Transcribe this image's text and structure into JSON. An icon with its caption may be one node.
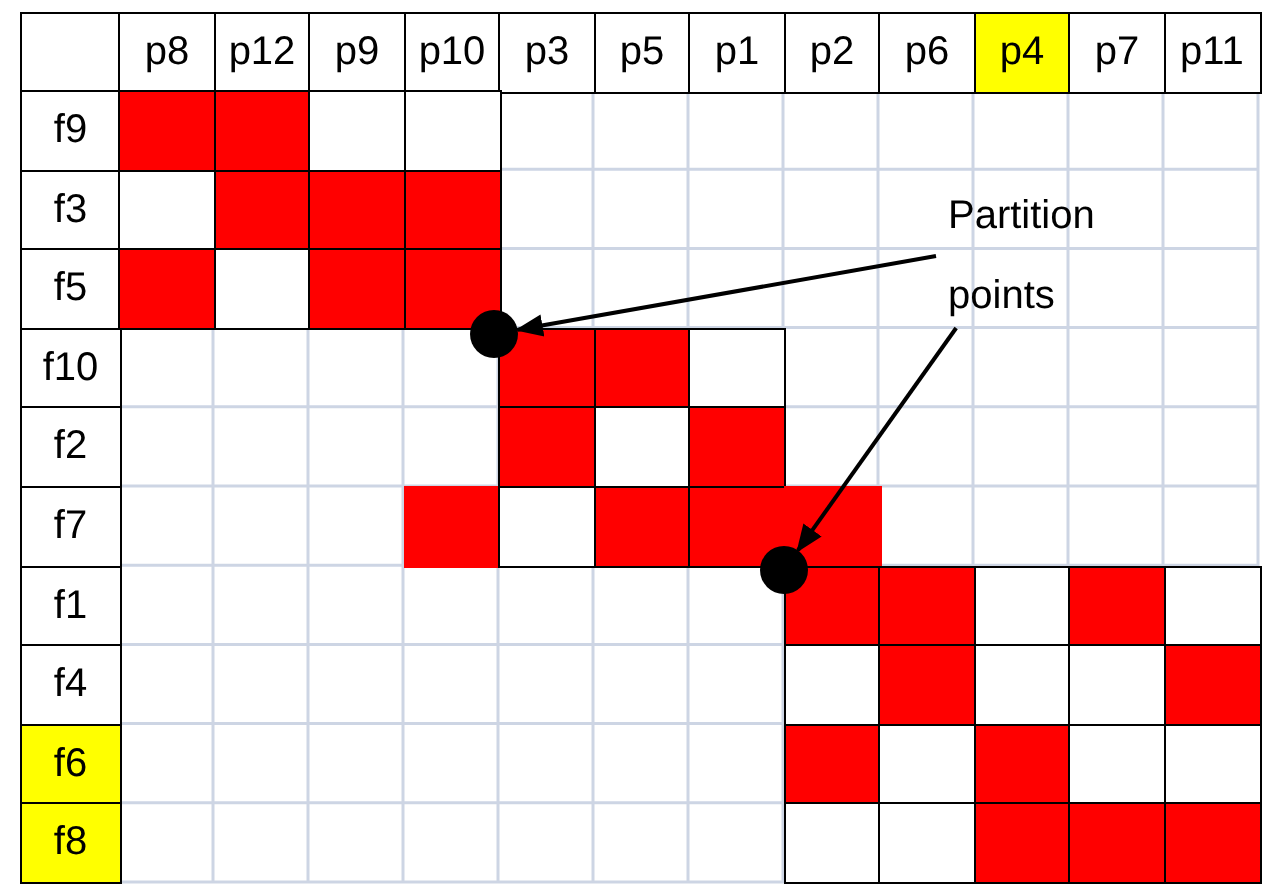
{
  "diagram": {
    "nodes": [
      {
        "text": [
          "Partition points"
        ]
      },
      {
        "text": [],
        "shape": "circle"
      },
      {
        "text": [],
        "shape": "circle"
      }
    ],
    "edges": [
      {
        "from": 0,
        "to": 1,
        "arrow": "to"
      },
      {
        "from": 0,
        "to": 2,
        "arrow": "to"
      }
    ],
    "labels": [
      "p8",
      "p12",
      "p9",
      "p10",
      "p3",
      "p5",
      "p1",
      "p2",
      "p6",
      "p4",
      "p7",
      "p11",
      "f9",
      "f3",
      "f5",
      "f10",
      "f2",
      "f7",
      "f1",
      "f4",
      "f6",
      "f8"
    ]
  }
}
